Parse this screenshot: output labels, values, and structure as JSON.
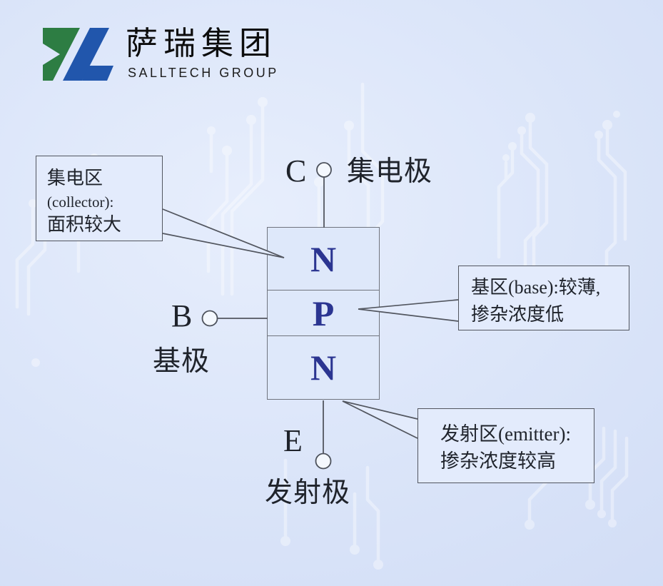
{
  "brand": {
    "name_cn": "萨瑞集团",
    "name_en": "SALLTECH GROUP",
    "logo_green": "#2d7d43",
    "logo_blue": "#2156ac"
  },
  "colors": {
    "background": "#dbe5f9",
    "region_fill": "#dee8fa",
    "region_letter": "#2b3591",
    "line": "#52565f",
    "text": "#1f232b"
  },
  "transistor": {
    "regions": [
      {
        "id": "collector-region",
        "label": "N"
      },
      {
        "id": "base-region",
        "label": "P"
      },
      {
        "id": "emitter-region",
        "label": "N"
      }
    ],
    "terminals": [
      {
        "id": "collector",
        "letter": "C",
        "label": "集电极"
      },
      {
        "id": "base",
        "letter": "B",
        "label": "基极"
      },
      {
        "id": "emitter",
        "letter": "E",
        "label": "发射极"
      }
    ]
  },
  "callouts": {
    "collector": {
      "lines": [
        "集电区",
        "(collector):",
        "面积较大"
      ]
    },
    "base": {
      "lines": [
        "基区(base):较薄,",
        "掺杂浓度低"
      ]
    },
    "emitter": {
      "lines": [
        "发射区(emitter):",
        "掺杂浓度较高"
      ]
    }
  }
}
